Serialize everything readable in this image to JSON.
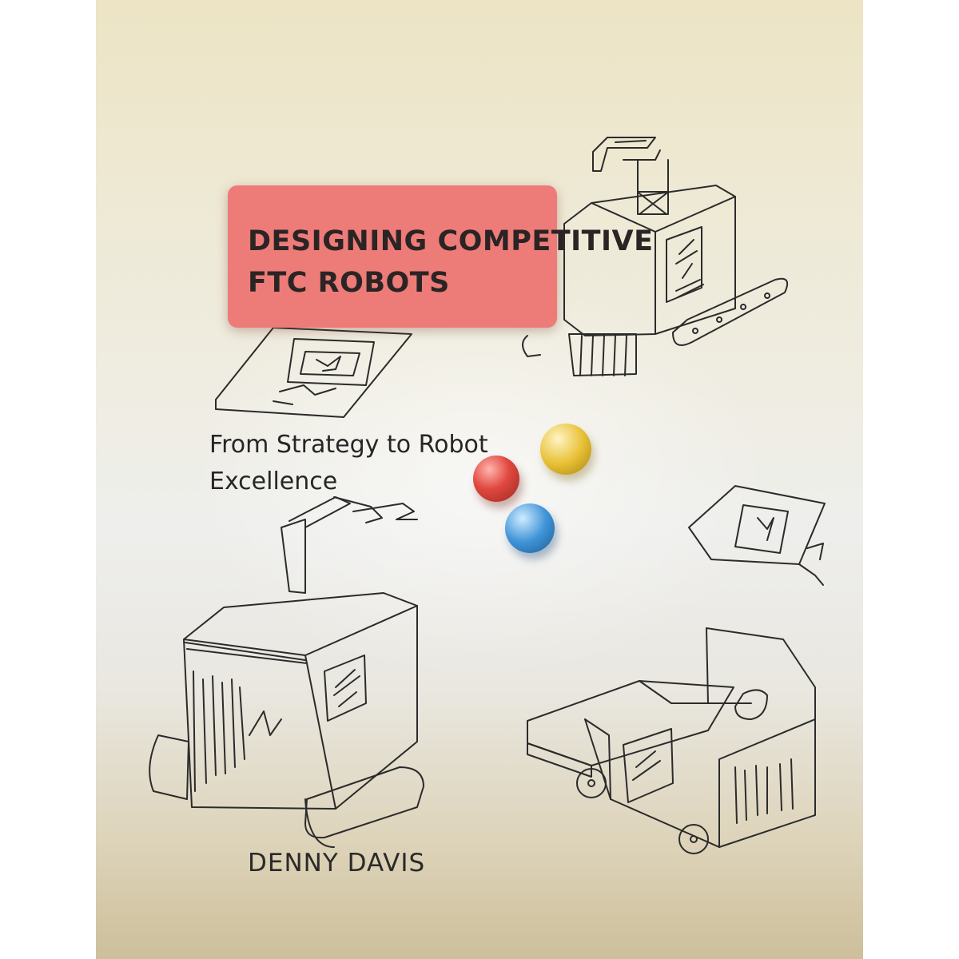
{
  "book": {
    "title_lines": [
      "DESIGNING COMPETITIVE",
      "FTC ROBOTS"
    ],
    "subtitle_lines": [
      "From Strategy to Robot",
      "Excellence"
    ],
    "author": "DENNY DAVIS"
  },
  "colors": {
    "title_box": "#ed7b78",
    "ball_red": "#e0473f",
    "ball_yellow": "#e9c238",
    "ball_blue": "#3f94d8",
    "ink": "#2a2a2a"
  }
}
